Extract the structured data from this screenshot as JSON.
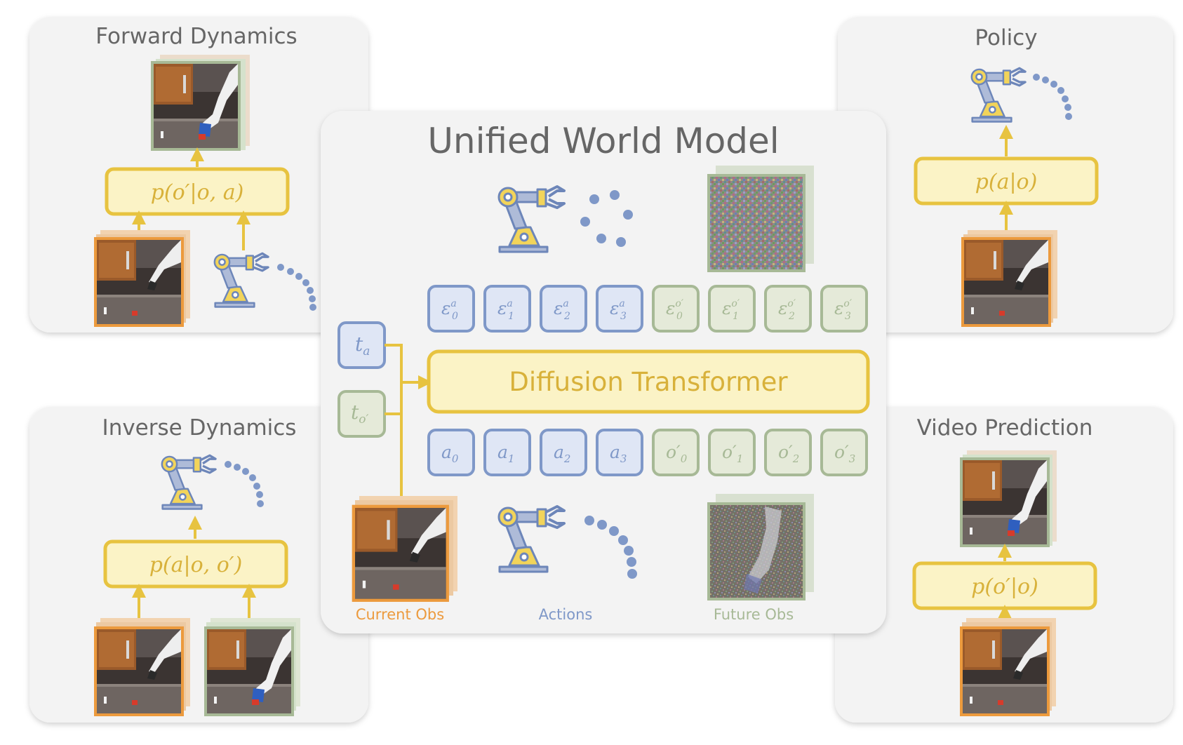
{
  "colors": {
    "yellow_stroke": "#e7c340",
    "yellow_fill": "#fbf3c6",
    "yellow_text": "#d8b13a",
    "blue_stroke": "#7f98c8",
    "blue_fill": "#dfe6f5",
    "green_stroke": "#a7b996",
    "green_fill": "#e5ead9",
    "orange": "#ec9a3d",
    "panel_fill": "#f3f3f3",
    "title_gray": "#666666"
  },
  "panels": {
    "forward": {
      "title": "Forward Dynamics",
      "formula": "p(o′|o, a)"
    },
    "inverse": {
      "title": "Inverse Dynamics",
      "formula": "p(a|o, o′)"
    },
    "policy": {
      "title": "Policy",
      "formula": "p(a|o)"
    },
    "video": {
      "title": "Video Prediction",
      "formula": "p(o′|o)"
    }
  },
  "center": {
    "title": "Unified World Model",
    "transformer_label": "Diffusion Transformer",
    "timestep_tokens": [
      {
        "base": "t",
        "sub": "a"
      },
      {
        "base": "t",
        "sub": "o′"
      }
    ],
    "noise_tokens": [
      {
        "base": "ε",
        "sub": "0",
        "sup": "a"
      },
      {
        "base": "ε",
        "sub": "1",
        "sup": "a"
      },
      {
        "base": "ε",
        "sub": "2",
        "sup": "a"
      },
      {
        "base": "ε",
        "sub": "3",
        "sup": "a"
      },
      {
        "base": "ε",
        "sub": "0",
        "sup": "o′"
      },
      {
        "base": "ε",
        "sub": "1",
        "sup": "o′"
      },
      {
        "base": "ε",
        "sub": "2",
        "sup": "o′"
      },
      {
        "base": "ε",
        "sub": "3",
        "sup": "o′"
      }
    ],
    "input_tokens": [
      {
        "base": "a",
        "sub": "0"
      },
      {
        "base": "a",
        "sub": "1"
      },
      {
        "base": "a",
        "sub": "2"
      },
      {
        "base": "a",
        "sub": "3"
      },
      {
        "base": "o′",
        "sub": "0"
      },
      {
        "base": "o′",
        "sub": "1"
      },
      {
        "base": "o′",
        "sub": "2"
      },
      {
        "base": "o′",
        "sub": "3"
      }
    ],
    "captions": {
      "current_obs": "Current Obs",
      "actions": "Actions",
      "future_obs": "Future Obs"
    }
  },
  "icons": [
    "robot-arm-icon",
    "trajectory-dots-icon",
    "camera-frame-icon",
    "noise-frame-icon"
  ]
}
